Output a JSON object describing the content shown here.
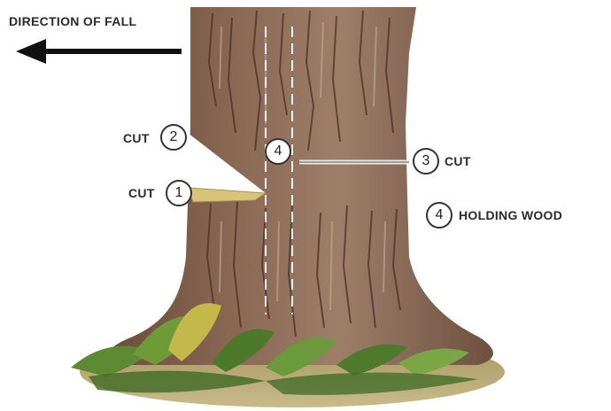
{
  "title": "DIRECTION OF FALL",
  "labels": {
    "cut2": {
      "word": "CUT",
      "number": "2"
    },
    "cut1": {
      "word": "CUT",
      "number": "1"
    },
    "cut3": {
      "word": "CUT",
      "number": "3"
    },
    "center_marker": "4",
    "holding_wood": {
      "number": "4",
      "text": "HOLDING WOOD"
    }
  },
  "colors": {
    "bark_dark": "#5a3e2e",
    "bark_mid": "#8a6a55",
    "bark_light": "#b49a86",
    "wedge": "#d9c27a",
    "foliage": "#4f7a2c",
    "ground": "#9b8a55"
  }
}
